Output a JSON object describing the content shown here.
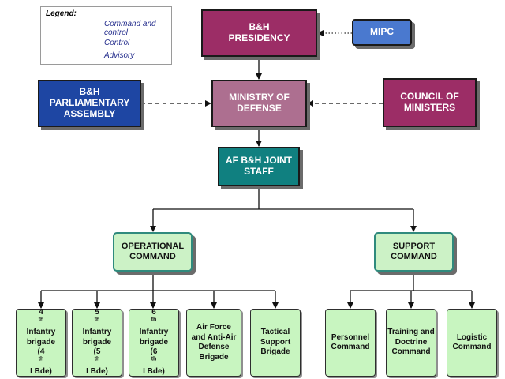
{
  "legend": {
    "title": "Legend:",
    "items": [
      {
        "label": "Command and control",
        "style": "solid"
      },
      {
        "label": "Control",
        "style": "dashed"
      },
      {
        "label": "Advisory",
        "style": "dotted"
      }
    ]
  },
  "nodes": {
    "presidency": {
      "lines": [
        "B&H",
        "PRESIDENCY"
      ],
      "color": "#9c2d66"
    },
    "mipc": {
      "lines": [
        "MIPC"
      ],
      "color": "#4a79cf"
    },
    "parliament": {
      "lines": [
        "B&H",
        "PARLIAMENTARY",
        "ASSEMBLY"
      ],
      "color": "#1e46a3"
    },
    "ministry": {
      "lines": [
        "MINISTRY OF",
        "DEFENSE"
      ],
      "color": "#ad6f90"
    },
    "council": {
      "lines": [
        "COUNCIL OF",
        "MINISTERS"
      ],
      "color": "#9c2d66"
    },
    "joint": {
      "lines": [
        "AF B&H JOINT",
        "STAFF"
      ],
      "color": "#108080"
    },
    "operational": {
      "lines": [
        "OPERATIONAL",
        "COMMAND"
      ],
      "color": "#ccf2c6"
    },
    "support": {
      "lines": [
        "SUPPORT",
        "COMMAND"
      ],
      "color": "#ccf2c6"
    },
    "bde4": {
      "num": "4",
      "sup": "th",
      "lines": [
        "Infantry",
        "brigade"
      ],
      "abbr": "(4",
      "abbr_sup": "th",
      "abbr_rest": " I Bde)"
    },
    "bde5": {
      "num": "5",
      "sup": "th",
      "lines": [
        "Infantry",
        "brigade"
      ],
      "abbr": "(5",
      "abbr_sup": "th",
      "abbr_rest": " I Bde)"
    },
    "bde6": {
      "num": "6",
      "sup": "th",
      "lines": [
        "Infantry",
        "brigade"
      ],
      "abbr": "(6",
      "abbr_sup": "th",
      "abbr_rest": " I Bde)"
    },
    "airforce": {
      "lines": [
        "Air Force",
        "and Anti-Air",
        "Defense",
        "Brigade"
      ]
    },
    "tactical": {
      "lines": [
        "Tactical",
        "Support",
        "Brigade"
      ]
    },
    "personnel": {
      "lines": [
        "Personnel",
        "Command"
      ]
    },
    "training": {
      "lines": [
        "Training and",
        "Doctrine",
        "Command"
      ]
    },
    "logistic": {
      "lines": [
        "Logistic",
        "Command"
      ]
    }
  }
}
